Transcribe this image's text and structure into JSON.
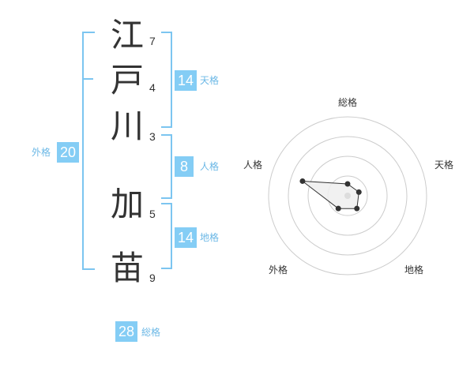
{
  "name": {
    "characters": [
      {
        "char": "江",
        "strokes": "7"
      },
      {
        "char": "戸",
        "strokes": "4"
      },
      {
        "char": "川",
        "strokes": "3"
      },
      {
        "char": "加",
        "strokes": "5"
      },
      {
        "char": "苗",
        "strokes": "9"
      }
    ]
  },
  "scores": {
    "tenkaku": {
      "value": "14",
      "label": "天格"
    },
    "jinkaku": {
      "value": "8",
      "label": "人格"
    },
    "chikaku": {
      "value": "14",
      "label": "地格"
    },
    "gaikaku": {
      "value": "20",
      "label": "外格"
    },
    "soukaku": {
      "value": "28",
      "label": "総格"
    }
  },
  "colors": {
    "accent": "#84cdf5",
    "bracket": "#7cc5f0",
    "label": "#6cb8e6",
    "radar_ring": "#cccccc",
    "radar_fill": "#eeeeee",
    "radar_point": "#333333"
  },
  "chart_data": {
    "type": "radar",
    "axes": [
      "総格",
      "天格",
      "地格",
      "外格",
      "人格"
    ],
    "values": [
      0.15,
      0.15,
      0.2,
      0.2,
      0.6
    ],
    "rings": 4,
    "range": [
      0,
      1
    ]
  }
}
